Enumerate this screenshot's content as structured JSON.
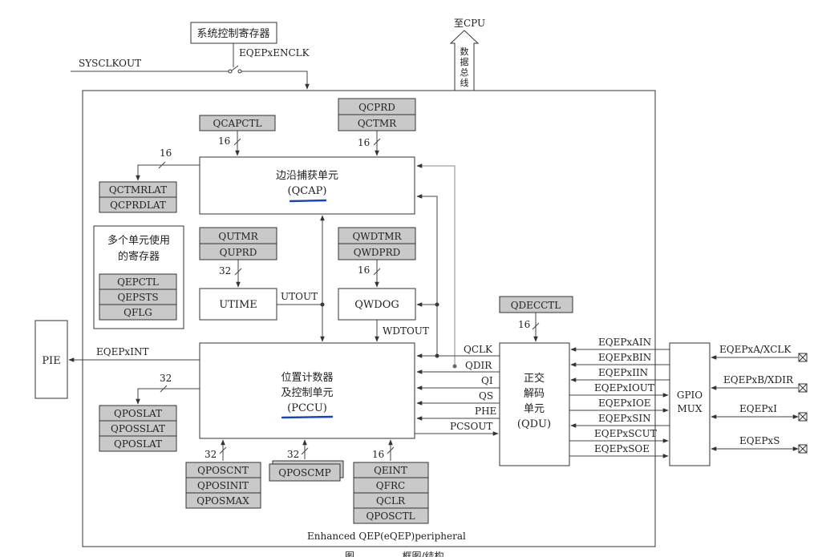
{
  "top": {
    "syscon": "系统控制寄存器",
    "enclk": "EQEPxENCLK",
    "sysclkout": "SYSCLKOUT",
    "tocpu": "至CPU",
    "databus": [
      "数",
      "据",
      "总",
      "线"
    ]
  },
  "peripheral": {
    "caption": "Enhanced QEP(eQEP)peripheral"
  },
  "qcap": {
    "line1": "边沿捕获单元",
    "line2": "(QCAP)"
  },
  "pccu": {
    "line1": "位置计数器",
    "line2": "及控制单元",
    "line3": "(PCCU)"
  },
  "utime": "UTIME",
  "qwdog": "QWDOG",
  "qdu": {
    "line1": "正交",
    "line2": "解码",
    "line3": "单元",
    "line4": "(QDU)"
  },
  "gpio": {
    "line1": "GPIO",
    "line2": "MUX"
  },
  "pie": "PIE",
  "shared": {
    "title1": "多个单元使用",
    "title2": "的寄存器",
    "regs": [
      "QEPCTL",
      "QEPSTS",
      "QFLG"
    ]
  },
  "registers": {
    "qcapctl": "QCAPCTL",
    "qcprd": "QCPRD",
    "qctmr": "QCTMR",
    "qctmrlat": "QCTMRLAT",
    "qcprdlat": "QCPRDLAT",
    "qutmr": "QUTMR",
    "quprd": "QUPRD",
    "qwdtmr": "QWDTMR",
    "qwdprd": "QWDPRD",
    "qdecctl": "QDECCTL",
    "qposlat_group": [
      "QPOSLAT",
      "QPOSSLAT",
      "QPOSLAT"
    ],
    "qposcnt_group": [
      "QPOSCNT",
      "QPOSINIT",
      "QPOSMAX"
    ],
    "qposcmp": "QPOSCMP",
    "qeint_group": [
      "QEINT",
      "QFRC",
      "QCLR",
      "QPOSCTL"
    ]
  },
  "buswidths": {
    "qcapctl": "16",
    "qcprd": "16",
    "qctmrlat": "16",
    "qutmr": "32",
    "qwdtmr": "16",
    "qdecctl": "16",
    "qposlat": "32",
    "qposcnt": "32",
    "qposcmp": "32",
    "qeint": "16"
  },
  "signals": {
    "utout": "UTOUT",
    "wdtout": "WDTOUT",
    "eqepxint": "EQEPxINT",
    "qclk": "QCLK",
    "qdir": "QDIR",
    "qi": "QI",
    "qs": "QS",
    "phe": "PHE",
    "pcsout": "PCSOUT"
  },
  "qdu_gpio": [
    "EQEPxAIN",
    "EQEPxBIN",
    "EQEPxIIN",
    "EQEPxIOUT",
    "EQEPxIOE",
    "EQEPxSIN",
    "EQEPxSCUT",
    "EQEPxSOE"
  ],
  "pins": [
    "EQEPxA/XCLK",
    "EQEPxB/XDIR",
    "EQEPxI",
    "EQEPxS"
  ],
  "caption": "图 ……   …… 框图/结构"
}
